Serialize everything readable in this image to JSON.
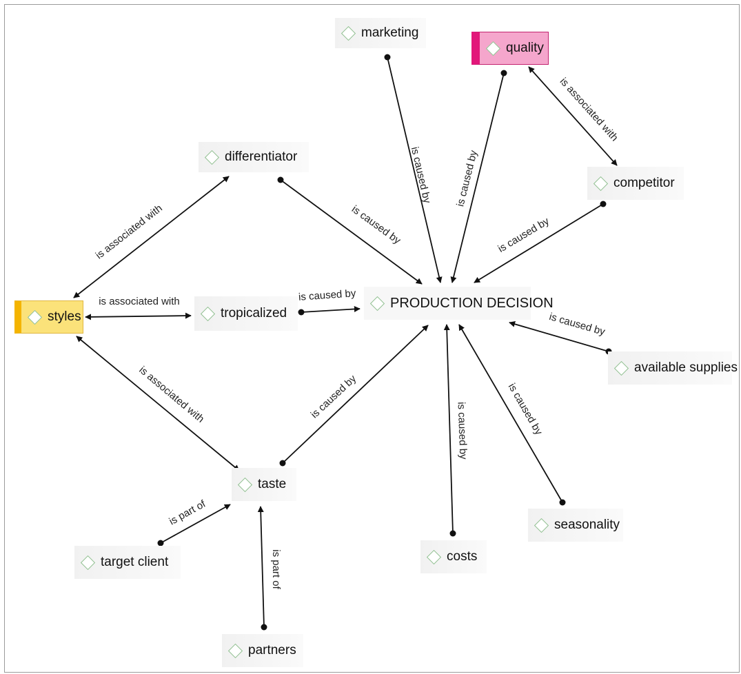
{
  "diagram": {
    "nodes": {
      "marketing": "marketing",
      "quality": "quality",
      "differentiator": "differentiator",
      "competitor": "competitor",
      "styles": "styles",
      "tropicalized": "tropicalized",
      "production_decision": "PRODUCTION DECISION",
      "available_supplies": "available supplies",
      "taste": "taste",
      "target_client": "target client",
      "seasonality": "seasonality",
      "costs": "costs",
      "partners": "partners"
    },
    "relations": {
      "marketing_production": "is caused by",
      "quality_production": "is caused by",
      "quality_competitor": "is associated with",
      "competitor_production": "is caused by",
      "differentiator_production": "is caused by",
      "styles_differentiator": "is associated with",
      "styles_tropicalized": "is associated with",
      "tropicalized_production": "is caused by",
      "available_supplies_production": "is caused by",
      "styles_taste": "is associated with",
      "taste_production": "is caused by",
      "costs_production": "is caused by",
      "seasonality_production": "is caused by",
      "target_client_taste": "is part of",
      "partners_taste": "is part of"
    },
    "colors": {
      "highlight_yellow": "#f4b400",
      "highlight_pink": "#e2177a",
      "node_icon": "#8fbf8f",
      "line": "#111111"
    }
  }
}
